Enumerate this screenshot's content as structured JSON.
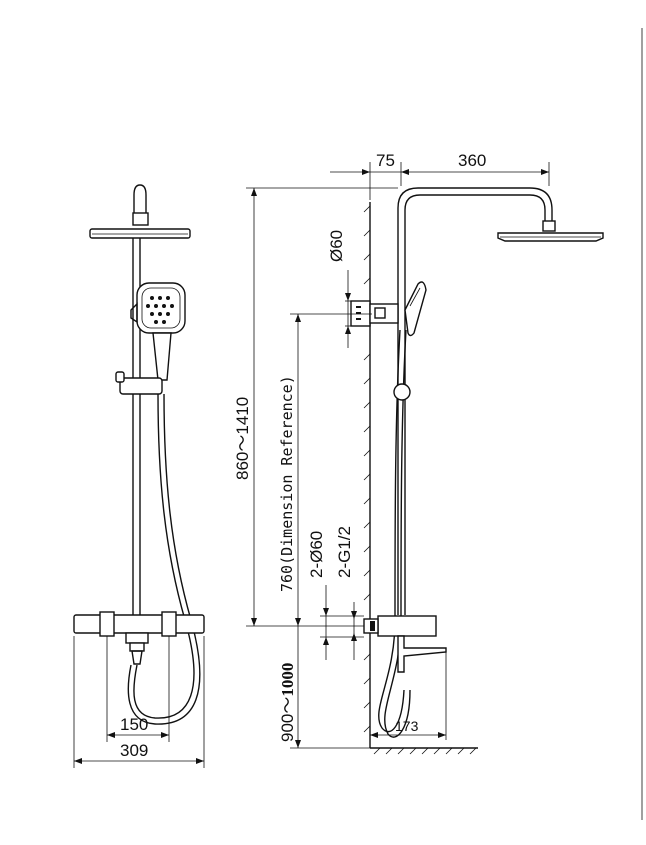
{
  "dimensions": {
    "base_width": "309",
    "inlet_spacing": "150",
    "wall_offset": "75",
    "arm_reach": "360",
    "height_range": "860～1410",
    "reference_height": "760(Dimension Reference)",
    "holder_diameter": "Ø60",
    "inlet_cover": "2-Ø60",
    "inlet_thread": "2-G1/2",
    "mount_height_prefix": "900～",
    "mount_height_bold": "1000",
    "spout_reach": "173"
  }
}
